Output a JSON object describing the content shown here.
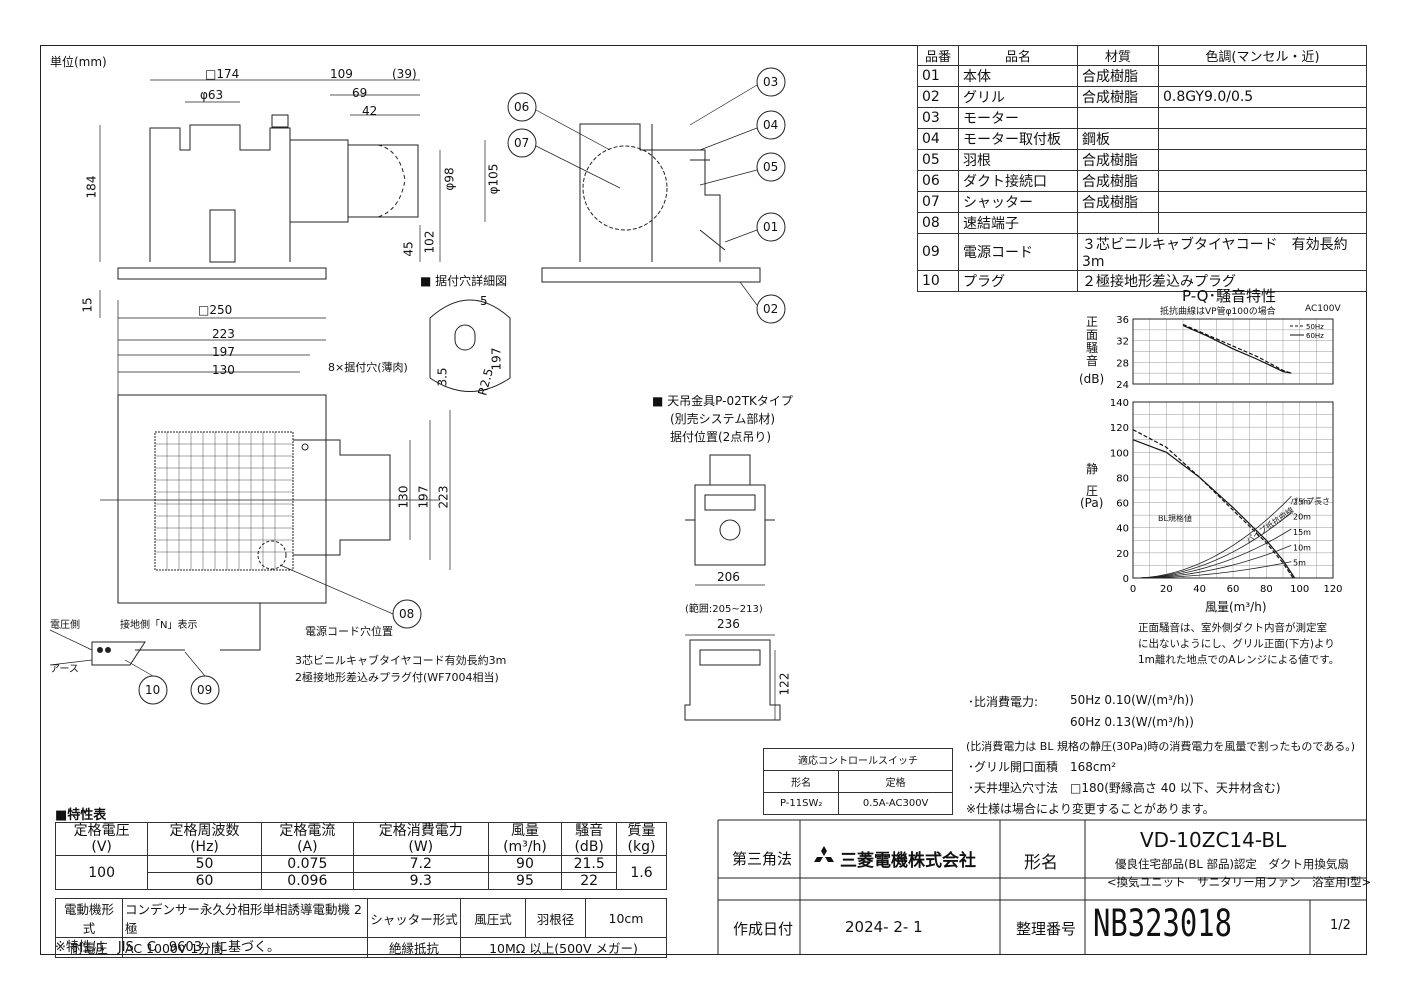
{
  "unit_label": "単位(mm)",
  "parts_table": {
    "headers": [
      "品番",
      "品名",
      "材質",
      "色調(マンセル・近)"
    ],
    "rows": [
      [
        "01",
        "本体",
        "合成樹脂",
        ""
      ],
      [
        "02",
        "グリル",
        "合成樹脂",
        "0.8GY9.0/0.5"
      ],
      [
        "03",
        "モーター",
        "",
        ""
      ],
      [
        "04",
        "モーター取付板",
        "鋼板",
        ""
      ],
      [
        "05",
        "羽根",
        "合成樹脂",
        ""
      ],
      [
        "06",
        "ダクト接続口",
        "合成樹脂",
        ""
      ],
      [
        "07",
        "シャッター",
        "合成樹脂",
        ""
      ],
      [
        "08",
        "速結端子",
        "",
        ""
      ],
      [
        "09",
        "電源コード",
        "３芯ビニルキャブタイヤコード　有効長約 3m",
        ""
      ],
      [
        "10",
        "プラグ",
        "２極接地形差込みプラグ",
        ""
      ]
    ]
  },
  "front_view_dims": {
    "sq174": "□174",
    "d109": "109",
    "d39": "(39)",
    "phi63": "φ63",
    "d69": "69",
    "d42": "42",
    "d184": "184",
    "phi98": "φ98",
    "phi105": "φ105",
    "d45": "45",
    "d102": "102",
    "sq250": "□250",
    "d15": "15"
  },
  "mount_detail": {
    "title": "■ 据付穴詳細図",
    "d5": "5",
    "d3_5": "3.5",
    "r2_5": "R2.5",
    "d197": "197"
  },
  "plan_view_dims": {
    "d223": "223",
    "d197": "197",
    "d130": "130",
    "holes": "8×据付穴(薄肉)",
    "v130": "130",
    "v197": "197",
    "v223": "223",
    "cord_hole": "電源コード穴位置",
    "cord_note": "3芯ビニルキャブタイヤコード有効長約3m",
    "plug_note": "2極接地形差込みプラグ付(WF7004相当)",
    "voltage_side": "電圧側",
    "ground_side": "接地側「N」表示",
    "earth": "アース"
  },
  "hanger": {
    "title": "■ 天吊金具P-02TKタイプ",
    "sub1": "(別売システム部材)",
    "sub2": "据付位置(2点吊り)",
    "d206": "206",
    "range": "(範囲:205~213)",
    "d236": "236",
    "d122": "122"
  },
  "callouts": [
    "01",
    "02",
    "03",
    "04",
    "05",
    "06",
    "07",
    "08",
    "09",
    "10"
  ],
  "chart_data": {
    "type": "line",
    "title": "P-Q･騒音特性",
    "note_top": "抵抗曲線はVP管φ100の場合",
    "voltage": "AC100V",
    "noise": {
      "ylabel": [
        "正",
        "面",
        "騒",
        "音",
        "(dB)"
      ],
      "yticks": [
        24,
        28,
        32,
        36
      ],
      "ylim": [
        24,
        36
      ],
      "series": [
        {
          "name": "50Hz",
          "x": [
            30,
            45,
            60,
            75,
            90,
            95
          ],
          "y": [
            35,
            33,
            31,
            29,
            26.5,
            26
          ]
        },
        {
          "name": "60Hz",
          "x": [
            30,
            45,
            60,
            75,
            90,
            95
          ],
          "y": [
            34.8,
            32.8,
            30.5,
            28.5,
            26.3,
            26
          ]
        }
      ]
    },
    "pq": {
      "ylabel": [
        "静",
        "圧",
        "(Pa)"
      ],
      "xlabel": "風量(m³/h)",
      "xticks": [
        0,
        20,
        40,
        60,
        80,
        100,
        120
      ],
      "yticks": [
        0,
        20,
        40,
        60,
        80,
        100,
        120,
        140
      ],
      "xlim": [
        0,
        120
      ],
      "ylim": [
        0,
        140
      ],
      "series": [
        {
          "name": "50Hz",
          "x": [
            0,
            20,
            40,
            60,
            80,
            90,
            96
          ],
          "y": [
            118,
            104,
            80,
            54,
            28,
            12,
            0
          ]
        },
        {
          "name": "60Hz",
          "x": [
            0,
            20,
            40,
            60,
            80,
            90,
            97
          ],
          "y": [
            110,
            100,
            80,
            56,
            30,
            14,
            0
          ]
        }
      ],
      "pipe_label": "パイプ長さ",
      "pipe_lengths": [
        "25m",
        "20m",
        "15m",
        "10m",
        "5m"
      ],
      "bl_label": "BL規格値",
      "curve_label": "パイプ抵抗曲線"
    },
    "legend": [
      "50Hz",
      "60Hz"
    ],
    "footnote": [
      "正面騒音は、室外側ダクト内音が測定室",
      "に出ないようにし、グリル正面(下方)より",
      "1m離れた地点でのAレンジによる値です。"
    ]
  },
  "notes": {
    "power_label": "･比消費電力:",
    "power_50": "50Hz 0.10(W/(m³/h))",
    "power_60": "60Hz 0.13(W/(m³/h))",
    "power_note": "(比消費電力は BL 規格の静圧(30Pa)時の消費電力を風量で割ったものである。)",
    "grille": "･グリル開口面積　168cm²",
    "ceiling": "･天井埋込穴寸法　□180(野縁高さ 40 以下、天井材含む)",
    "change": "※仕様は場合により変更することがあります。"
  },
  "control_switch": {
    "title": "適応コントロールスイッチ",
    "headers": [
      "形名",
      "定格"
    ],
    "row": [
      "P-11SW₂",
      "0.5A-AC300V"
    ]
  },
  "spec": {
    "title": "■特性表",
    "headers": [
      [
        "定格電圧",
        "(V)"
      ],
      [
        "定格周波数",
        "(Hz)"
      ],
      [
        "定格電流",
        "(A)"
      ],
      [
        "定格消費電力",
        "(W)"
      ],
      [
        "風量",
        "(m³/h)"
      ],
      [
        "騒音",
        "(dB)"
      ],
      [
        "質量",
        "(kg)"
      ]
    ],
    "voltage": "100",
    "rows": [
      [
        "50",
        "0.075",
        "7.2",
        "90",
        "21.5"
      ],
      [
        "60",
        "0.096",
        "9.3",
        "95",
        "22"
      ]
    ],
    "mass": "1.6",
    "motor_label": "電動機形式",
    "motor": "コンデンサー永久分相形単相誘導電動機 2極",
    "shutter_label": "シャッター形式",
    "shutter": "風圧式",
    "blade_label": "羽根径",
    "blade": "10cm",
    "voltage_label": "耐電圧",
    "withstand": "AC 1000V 1分間",
    "insulation_label": "絶縁抵抗",
    "insulation": "10MΩ 以上(500V メガー)",
    "footnote": "※特性は　JIS　C　9603　に基づく。"
  },
  "title_block": {
    "projection": "第三角法",
    "company": "三菱電機株式会社",
    "model_label": "形名",
    "model": "VD-10ZC14-BL",
    "desc1": "優良住宅部品(BL 部品)認定　ダクト用換気扇",
    "desc2": "<換気ユニット　サニタリー用ファン　浴室用Ⅰ型>",
    "date_label": "作成日付",
    "date": "2024- 2- 1",
    "number_label": "整理番号",
    "number": "NB323018",
    "page": "1/2"
  }
}
